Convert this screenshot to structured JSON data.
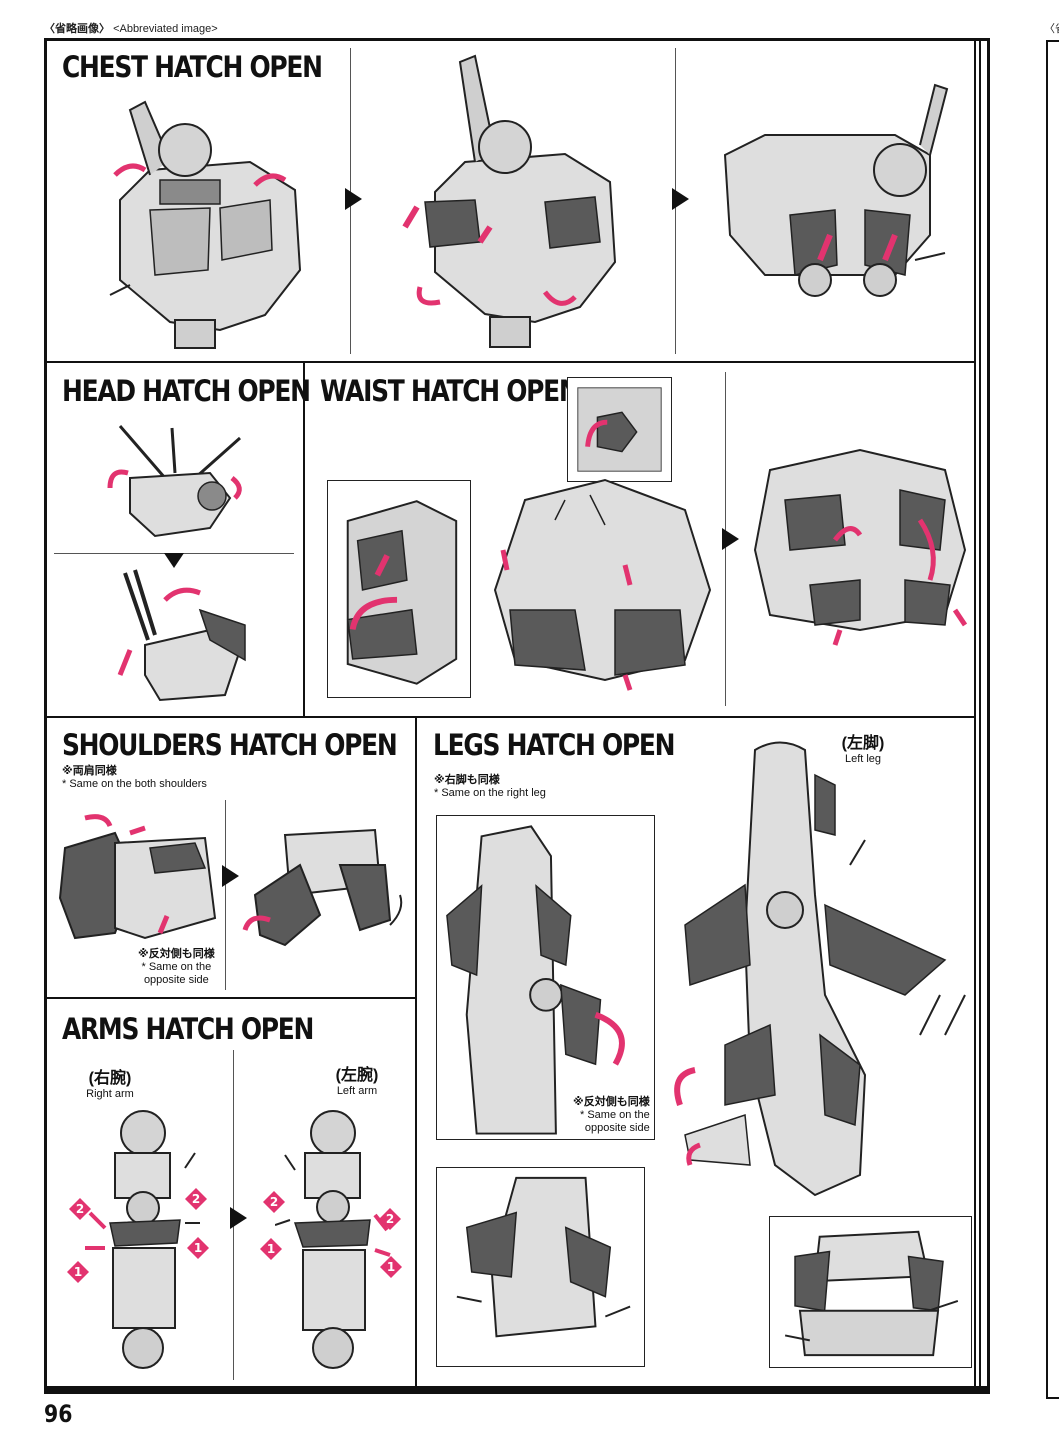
{
  "header": {
    "jp": "〈省略画像〉",
    "en": "<Abbreviated image>",
    "next_page_edge": "〈省"
  },
  "sections": {
    "chest": {
      "title": "CHEST HATCH OPEN"
    },
    "head": {
      "title": "HEAD HATCH OPEN"
    },
    "waist": {
      "title": "WAIST HATCH OPEN"
    },
    "shoulders": {
      "title": "SHOULDERS HATCH OPEN",
      "note_jp": "※両肩同様",
      "note_en": "* Same on the both shoulders",
      "opp_jp": "※反対側も同様",
      "opp_en1": "* Same on the",
      "opp_en2": "opposite side"
    },
    "arms": {
      "title": "ARMS HATCH OPEN",
      "right_jp": "(右腕)",
      "right_en": "Right arm",
      "left_jp": "(左腕)",
      "left_en": "Left arm",
      "step1": "1",
      "step2": "2"
    },
    "legs": {
      "title": "LEGS HATCH OPEN",
      "note_jp": "※右脚も同様",
      "note_en": "* Same on the right leg",
      "left_jp": "(左脚)",
      "left_en": "Left leg",
      "opp_jp": "※反対側も同様",
      "opp_en1": "* Same on the",
      "opp_en2": "opposite side"
    }
  },
  "page_number": "96",
  "colors": {
    "accent": "#e2336f",
    "line": "#111111",
    "part_fill": "#d9d9d9",
    "part_dark": "#5a5a5a"
  }
}
